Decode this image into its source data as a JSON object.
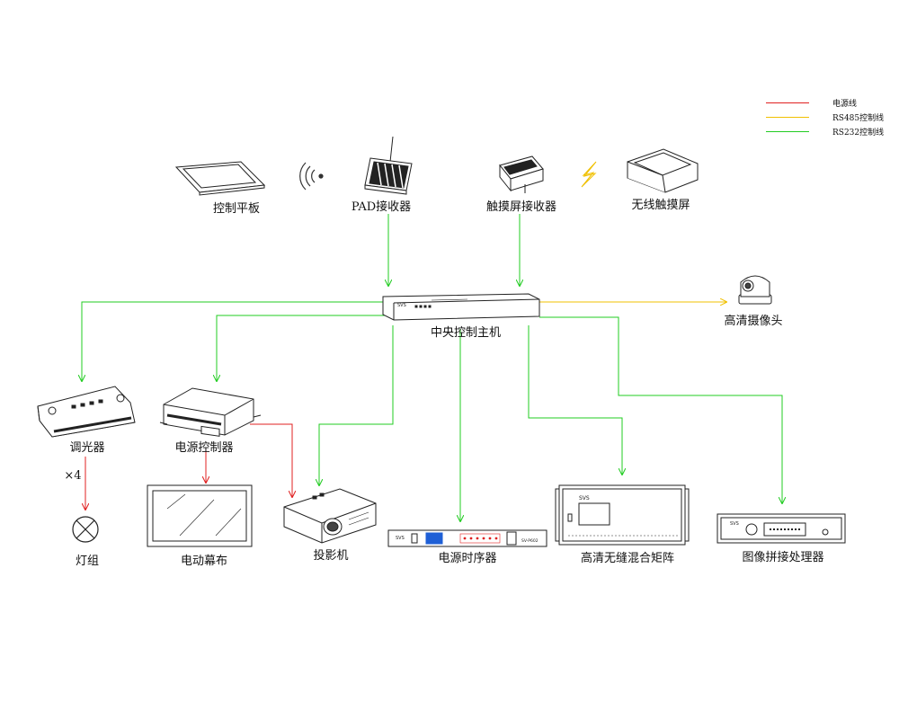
{
  "legend": {
    "items": [
      {
        "label": "电源线",
        "color": "#e02020"
      },
      {
        "label": "RS485控制线",
        "color": "#f0c000"
      },
      {
        "label": "RS232控制线",
        "color": "#22cc22"
      }
    ]
  },
  "devices": {
    "control_tablet": "控制平板",
    "pad_receiver": "PAD接收器",
    "touch_receiver": "触摸屏接收器",
    "wireless_touchscreen": "无线触摸屏",
    "central_host": "中央控制主机",
    "hd_camera": "高清摄像头",
    "dimmer": "调光器",
    "power_controller": "电源控制器",
    "light_group": "灯组",
    "light_multiplier": "×4",
    "electric_screen": "电动幕布",
    "projector": "投影机",
    "power_sequencer": "电源时序器",
    "hd_matrix": "高清无缝混合矩阵",
    "image_processor": "图像拼接处理器"
  },
  "brand": "SVS",
  "sequencer_model": "SV-P602"
}
